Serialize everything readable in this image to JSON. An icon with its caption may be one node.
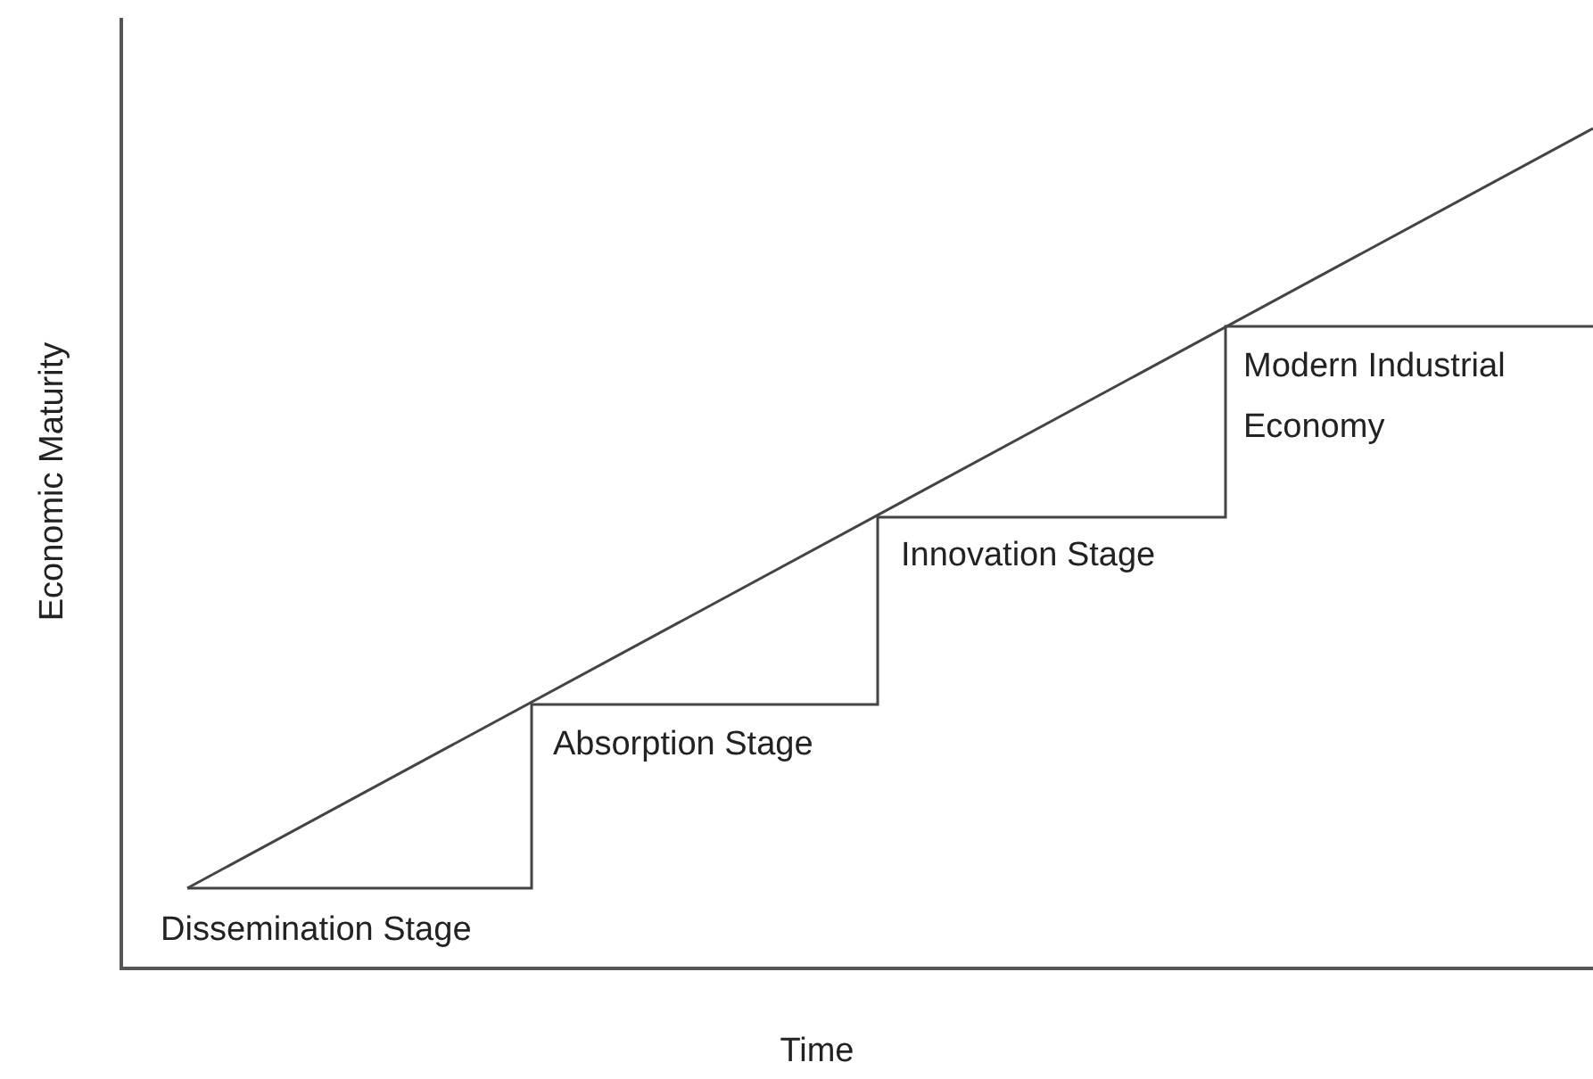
{
  "diagram": {
    "labels": [
      "Modern Industrial Economy",
      "Innovation Stage",
      "Absorption Stage",
      "Dissemination Stage",
      "Economic Maturity",
      "Time"
    ]
  }
}
